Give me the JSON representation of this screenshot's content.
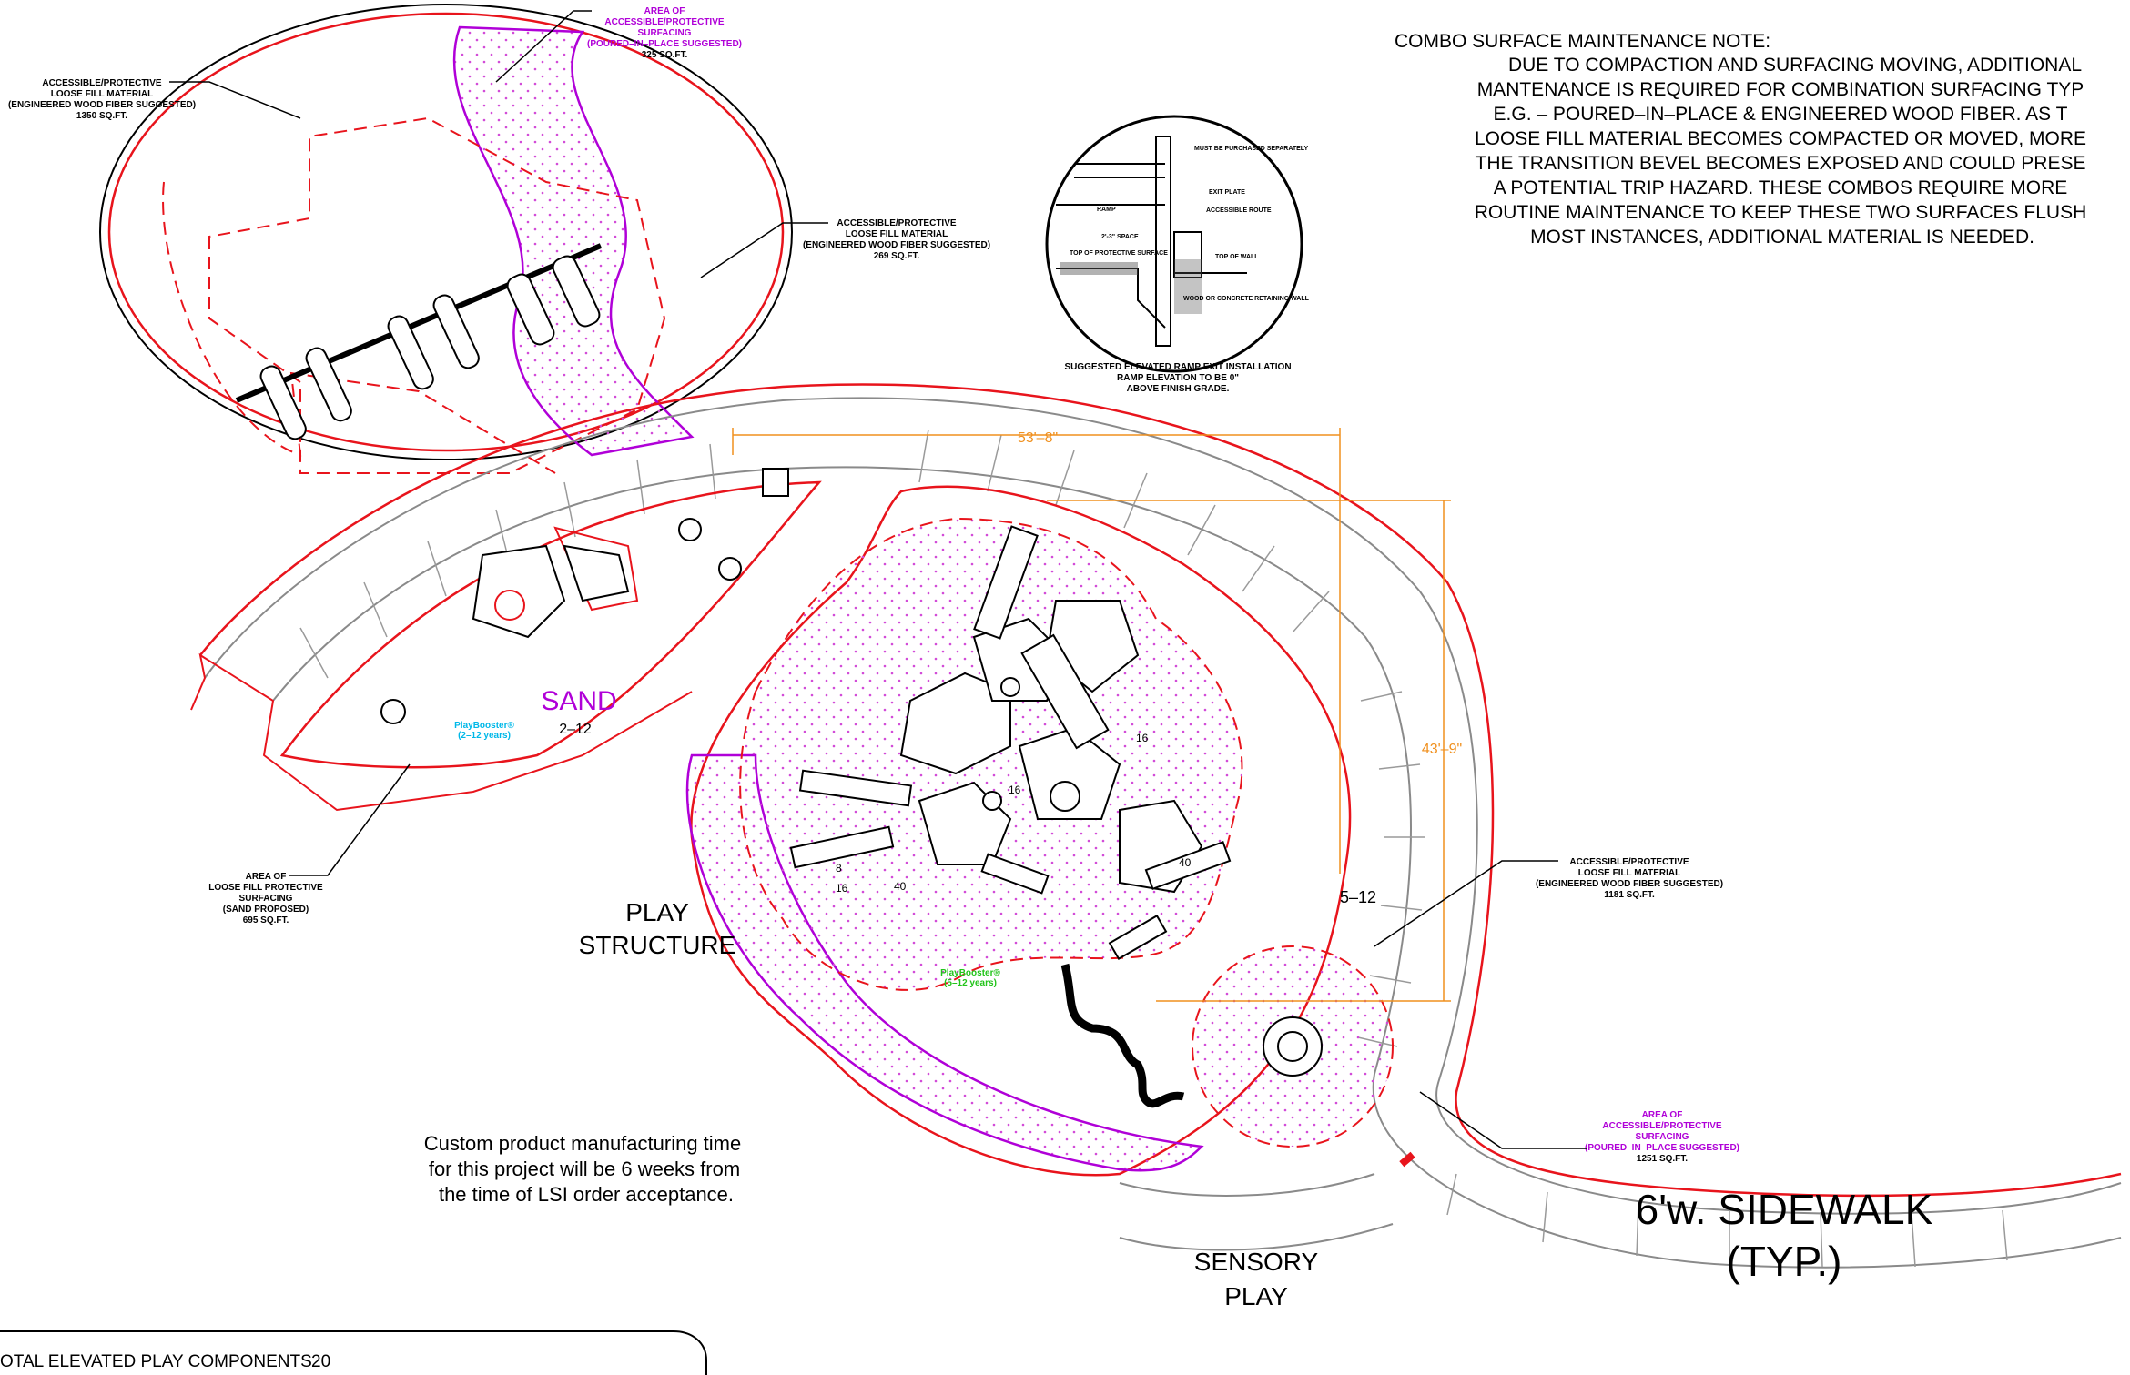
{
  "maintenance_note": {
    "title": "COMBO SURFACE MAINTENANCE NOTE:",
    "lines": [
      "DUE TO COMPACTION AND SURFACING MOVING, ADDITIONAL",
      "MANTENANCE IS REQUIRED FOR COMBINATION SURFACING TYP",
      "E.G. – POURED–IN–PLACE & ENGINEERED WOOD FIBER. AS T",
      "LOOSE FILL MATERIAL BECOMES COMPACTED OR MOVED, MORE",
      "THE TRANSITION BEVEL BECOMES EXPOSED AND COULD PRESE",
      "A POTENTIAL TRIP HAZARD. THESE COMBOS REQUIRE MORE",
      "ROUTINE MAINTENANCE TO KEEP THESE TWO SURFACES FLUSH",
      "MOST INSTANCES, ADDITIONAL MATERIAL IS NEEDED."
    ]
  },
  "ramp_detail": {
    "caption": [
      "SUGGESTED ELEVATED RAMP EXIT INSTALLATION",
      "RAMP ELEVATION TO BE 0\"",
      "ABOVE FINISH GRADE."
    ],
    "labels": [
      "MUST BE PURCHASED SEPARATELY",
      "ACCESSIBLE ROUTE",
      "EXIT PLATE",
      "TOP OF WALL",
      "WOOD OR CONCRETE RETAINING WALL",
      "2'-3\" SPACE",
      "TOP OF PROTECTIVE SURFACE",
      "RAMP"
    ]
  },
  "surfacing": {
    "top_left": {
      "lines": [
        "ACCESSIBLE/PROTECTIVE",
        "LOOSE FILL MATERIAL",
        "(ENGINEERED WOOD FIBER SUGGESTED)"
      ],
      "area": "1350 SQ.FT."
    },
    "top_pip": {
      "lines": [
        "AREA OF",
        "ACCESSIBLE/PROTECTIVE",
        "SURFACING",
        "(POURED–IN–PLACE SUGGESTED)"
      ],
      "area": "325 SQ.FT."
    },
    "top_right": {
      "lines": [
        "ACCESSIBLE/PROTECTIVE",
        "LOOSE FILL MATERIAL",
        "(ENGINEERED WOOD FIBER SUGGESTED)"
      ],
      "area": "269 SQ.FT."
    },
    "sand": {
      "lines": [
        "AREA OF",
        "LOOSE FILL PROTECTIVE",
        "SURFACING",
        "(SAND PROPOSED)"
      ],
      "area": "695 SQ.FT."
    },
    "right": {
      "lines": [
        "ACCESSIBLE/PROTECTIVE",
        "LOOSE FILL MATERIAL",
        "(ENGINEERED WOOD FIBER SUGGESTED)"
      ],
      "area": "1181 SQ.FT."
    },
    "bottom_pip": {
      "lines": [
        "AREA OF",
        "ACCESSIBLE/PROTECTIVE",
        "SURFACING",
        "(POURED–IN–PLACE SUGGESTED)"
      ],
      "area": "1251 SQ.FT."
    }
  },
  "zones": {
    "sand_title": "SAND",
    "sand_age": "2–12",
    "sand_playbooster": [
      "PlayBooster®",
      "(2–12 years)"
    ],
    "play_structure": [
      "PLAY",
      "STRUCTURE"
    ],
    "structure_age": "5–12",
    "structure_playbooster": [
      "PlayBooster®",
      "(5–12 years)"
    ],
    "sensory_play": [
      "SENSORY",
      "PLAY"
    ],
    "sidewalk": [
      "6'w. SIDEWALK",
      "(TYP.)"
    ]
  },
  "dimensions": {
    "horizontal": "53'–8\"",
    "vertical": "43'–9\""
  },
  "production_note": [
    "Custom product manufacturing time",
    "for this project will be 6 weeks from",
    "the time of LSI order acceptance."
  ],
  "summary": {
    "label": "OTAL ELEVATED PLAY COMPONENTS",
    "value": "20"
  },
  "colors": {
    "red": "#e8141c",
    "magenta": "#b000d8",
    "orange": "#f0901e",
    "cyan": "#00b8e8",
    "green": "#22c41a",
    "gray": "#9a9a9a"
  }
}
